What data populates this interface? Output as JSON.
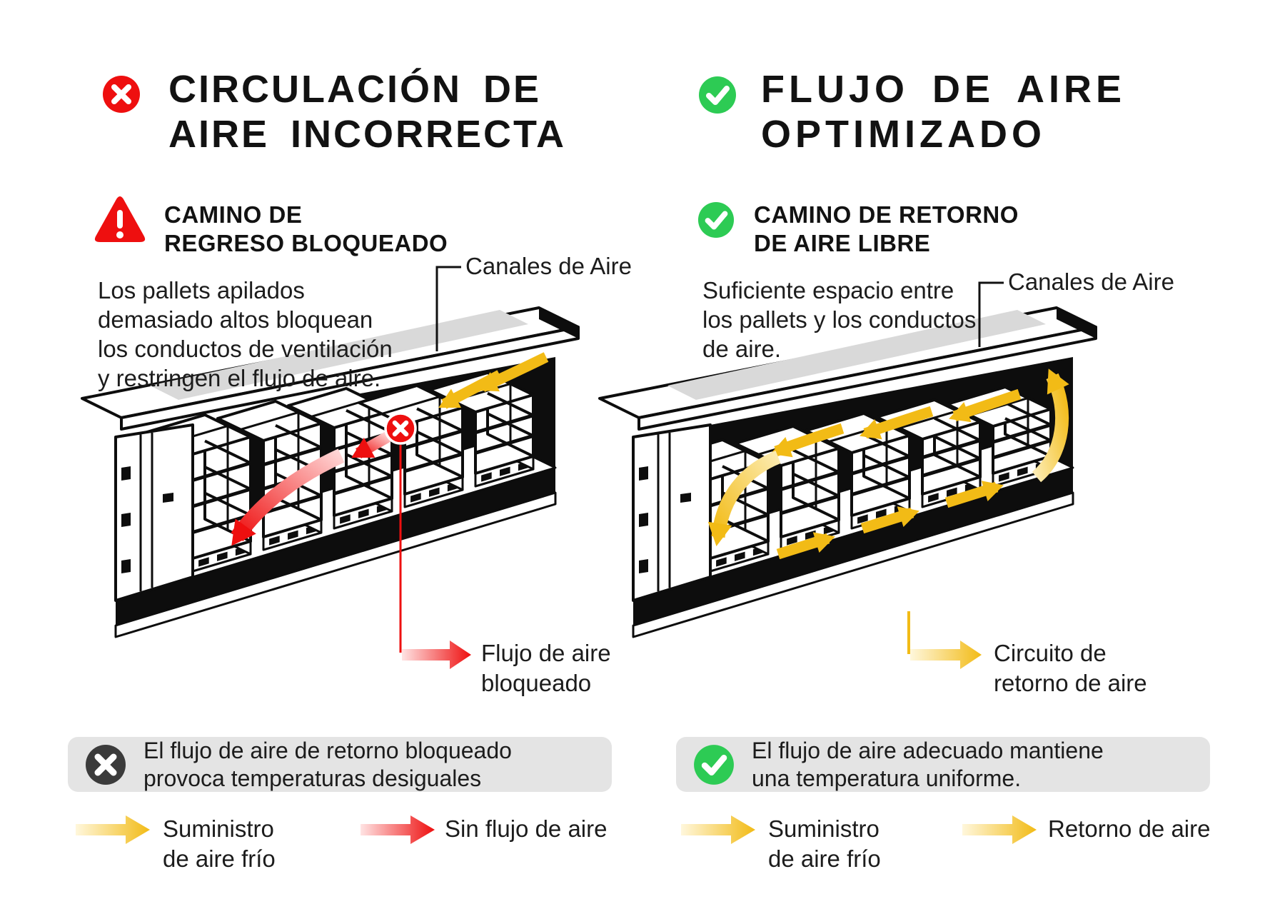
{
  "colors": {
    "red": "#EE0F0F",
    "red_light": "#FFE3E3",
    "green": "#2DCB54",
    "gold": "#F2BB16",
    "gold_light": "#FFF7DC",
    "ink": "#0D0D0D",
    "note_bg": "#E4E4E4",
    "note_icon_dark": "#3B3B3B",
    "roof_panel_gray": "#D9D9D9"
  },
  "left": {
    "title_line1": "CIRCULACIÓN DE",
    "title_line2": "AIRE INCORRECTA",
    "subtitle_line1": "CAMINO DE",
    "subtitle_line2": "REGRESO BLOQUEADO",
    "desc_line1": "Los pallets apilados",
    "desc_line2": "demasiado altos bloquean",
    "desc_line3": "los conductos de ventilación",
    "desc_line4": "y restringen el flujo de aire.",
    "duct_label": "Canales de Aire",
    "flow_label_line1": "Flujo de aire",
    "flow_label_line2": "bloqueado",
    "note_line1": "El flujo de aire de retorno bloqueado",
    "note_line2": "provoca temperaturas desiguales",
    "legend_supply_line1": "Suministro",
    "legend_supply_line2": "de aire frío",
    "legend_blocked": "Sin flujo de aire"
  },
  "right": {
    "title_line1": "FLUJO DE AIRE",
    "title_line2": "OPTIMIZADO",
    "subtitle_line1": "CAMINO DE RETORNO",
    "subtitle_line2": "DE AIRE LIBRE",
    "desc_line1": "Suficiente espacio entre",
    "desc_line2": "los pallets y los conductos",
    "desc_line3": "de aire.",
    "duct_label": "Canales de Aire",
    "flow_label_line1": "Circuito de",
    "flow_label_line2": "retorno de aire",
    "note_line1": "El flujo de aire adecuado mantiene",
    "note_line2": "una temperatura uniforme.",
    "legend_supply_line1": "Suministro",
    "legend_supply_line2": "de aire frío",
    "legend_return": "Retorno de aire"
  }
}
